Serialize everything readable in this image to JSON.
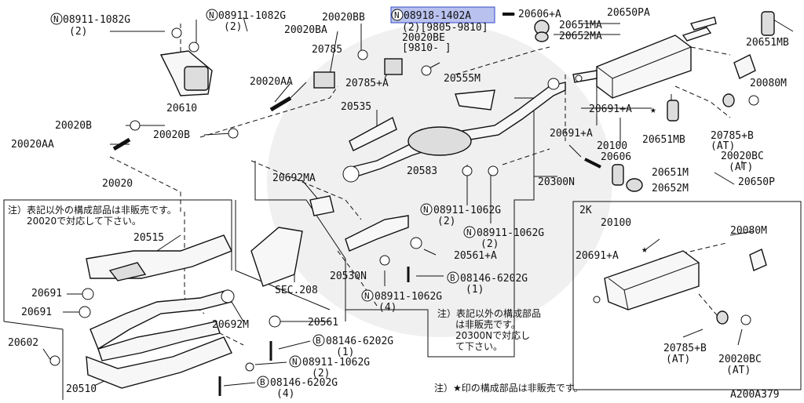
{
  "labels": {
    "n_08911_1082G_a": "08911-1082G",
    "n_08911_1082G_a_q": "(2)",
    "n_08911_1082G_b": "08911-1082G",
    "n_08911_1082G_b_q": "(2)",
    "p20020BB": "20020BB",
    "n_08918_1402A": "08918-1402A",
    "n_08918_1402A_q": "(2)[9805-9810]",
    "p20020BE": "20020BE",
    "p20020BE_date": "[9810-      ]",
    "p20606A": "20606+A",
    "p20650PA": "20650PA",
    "p20651MA": "20651MA",
    "p20652MA": "20652MA",
    "p20651MB_a": "20651MB",
    "p20020BA": "20020BA",
    "p20785": "20785",
    "p20785A": "20785+A",
    "p20555M": "20555M",
    "p20080M_a": "20080M",
    "p20610": "20610",
    "p20020AA": "20020AA",
    "p20535": "20535",
    "p20691A_a": "20691+A",
    "p20691A_b": "20691+A",
    "p20100_a": "20100",
    "p20651MB_b": "20651MB",
    "p20785B_a": "20785+B",
    "p20785B_a_at": "(AT)",
    "p20020BC_a": "20020BC",
    "p20020BC_a_at": "(AT)",
    "p20020B_a": "20020B",
    "p20020AA_b": "20020AA",
    "p20020B_b": "20020B",
    "p20606": "20606",
    "p20651M": "20651M",
    "p20652M": "20652M",
    "p20650P": "20650P",
    "p20300N": "20300N",
    "p20583": "20583",
    "p20692MA": "20692MA",
    "p20020": "20020",
    "n_08911_1062G_a": "08911-1062G",
    "n_08911_1062G_a_q": "(2)",
    "n_08911_1062G_b": "08911-1062G",
    "n_08911_1062G_b_q": "(2)",
    "p20561A": "20561+A",
    "p20530N": "20530N",
    "b_08146_6202G_a": "08146-6202G",
    "b_08146_6202G_a_q": "(1)",
    "n_08911_1062G_c": "08911-1062G",
    "n_08911_1062G_c_q": "(4)",
    "p20515": "20515",
    "sec208": "SEC.208",
    "p20691_a": "20691",
    "p20691_b": "20691",
    "p20602": "20602",
    "p20692M": "20692M",
    "p20561": "20561",
    "b_08146_6202G_b": "08146-6202G",
    "b_08146_6202G_b_q": "(1)",
    "n_08911_1062G_d": "08911-1062G",
    "n_08911_1062G_d_q": "(2)",
    "b_08146_6202G_c": "08146-6202G",
    "b_08146_6202G_c_q": "(4)",
    "p20510": "20510",
    "k2": "2K",
    "p20100_b": "20100",
    "p20080M_b": "20080M",
    "p20691A_c": "20691+A",
    "p20785B_b": "20785+B",
    "p20785B_b_at": "(AT)",
    "p20020BC_b": "20020BC",
    "p20020BC_b_at": "(AT)",
    "ref": "A200A379",
    "prefix_N": "N",
    "prefix_B": "B",
    "star": "★"
  },
  "notes": {
    "note1_l1": "注）表記以外の構成部品は非販売です。",
    "note1_l2": "20020で対応して下さい。",
    "note2_l1": "注）表記以外の構成部品",
    "note2_l2": "は非販売です。",
    "note2_l3": "20300Nで対応し",
    "note2_l4": "て下さい。",
    "note3": "注）★印の構成部品は非販売です。"
  },
  "colors": {
    "highlight": "#b9c2ee",
    "highlight_stroke": "#3348c8",
    "ink": "#111111"
  }
}
